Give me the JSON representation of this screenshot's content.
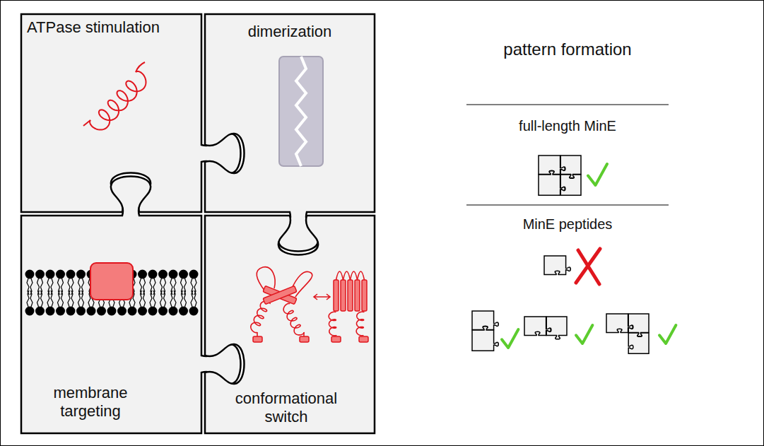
{
  "diagram": {
    "nodes": [
      {
        "text": [
          "ATPase stimulation"
        ]
      },
      {
        "text": [
          "dimerization"
        ]
      },
      {
        "text": [
          "membrane targeting"
        ]
      },
      {
        "text": [
          "conformational switch"
        ]
      }
    ],
    "labels": [
      "pattern formation",
      "full-length MinE",
      "MinE peptides"
    ]
  }
}
